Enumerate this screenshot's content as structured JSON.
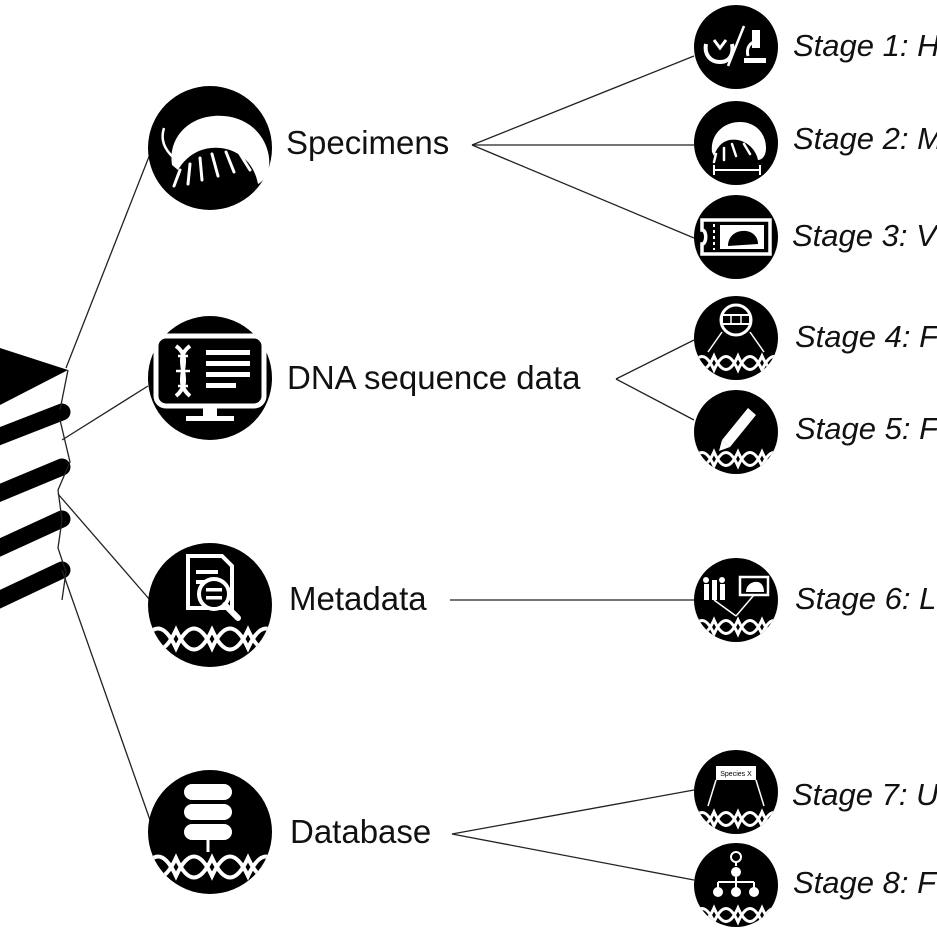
{
  "diagram": {
    "categories": [
      {
        "id": "specimens",
        "label": "Specimens",
        "icon": "amphipod-icon"
      },
      {
        "id": "dna",
        "label": "DNA sequence data",
        "icon": "dna-monitor-icon"
      },
      {
        "id": "metadata",
        "label": "Metadata",
        "icon": "document-search-icon"
      },
      {
        "id": "database",
        "label": "Database",
        "icon": "database-icon"
      }
    ],
    "stages": [
      {
        "label": "Stage 1: H",
        "icon": "hands-microscope-icon",
        "category": "specimens"
      },
      {
        "label": "Stage 2: M",
        "icon": "amphipod-measure-icon",
        "category": "specimens"
      },
      {
        "label": "Stage 3: V",
        "icon": "voucher-ticket-icon",
        "category": "specimens"
      },
      {
        "label": "Stage 4: F",
        "icon": "dna-barcode-lens-icon",
        "category": "dna"
      },
      {
        "label": "Stage 5: F",
        "icon": "pencil-dna-icon",
        "category": "dna"
      },
      {
        "label": "Stage 6: L",
        "icon": "vials-voucher-dna-icon",
        "category": "metadata"
      },
      {
        "label": "Stage 7: U",
        "icon": "species-tag-dna-icon",
        "category": "database"
      },
      {
        "label": "Stage 8: F",
        "icon": "tree-bulb-dna-icon",
        "category": "database"
      }
    ],
    "tag_text": "Species X"
  }
}
